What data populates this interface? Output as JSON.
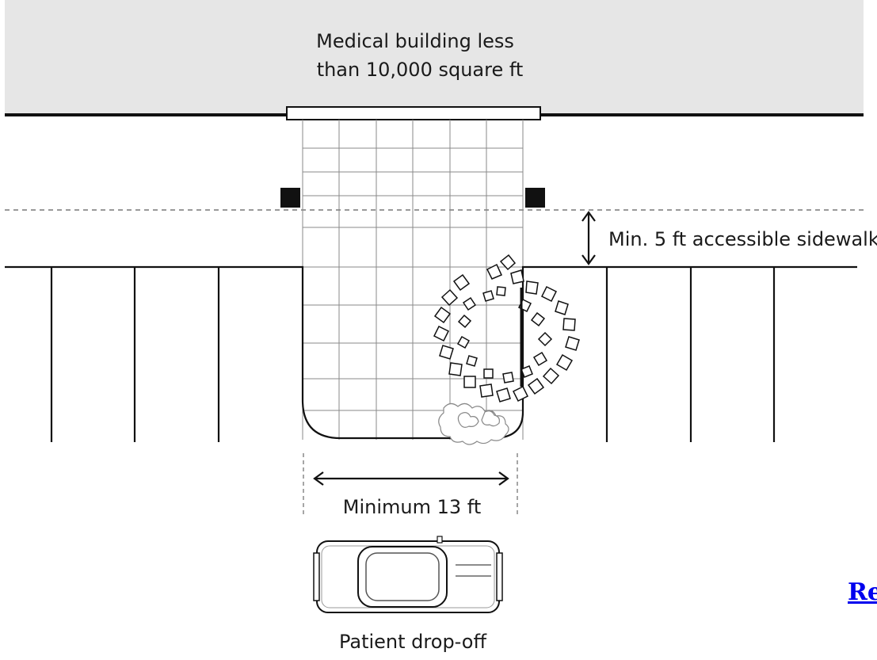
{
  "labels": {
    "building_line1": "Medical building less",
    "building_line2": "than 10,000 square ft",
    "sidewalk": "Min. 5 ft accessible sidewalk",
    "width": "Minimum 13 ft",
    "dropoff": "Patient drop-off"
  },
  "link": {
    "text": "Re"
  },
  "colors": {
    "building_fill": "#e6e6e6",
    "link": "#0000ee"
  }
}
